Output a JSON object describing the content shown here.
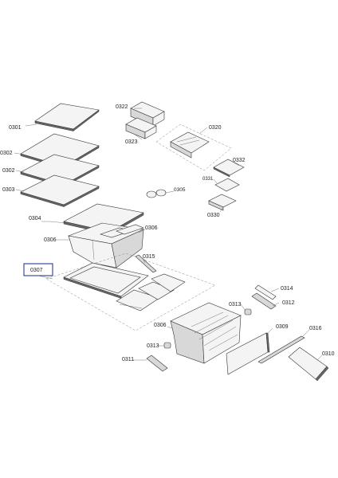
{
  "labels": {
    "p0301": "0301",
    "p0302a": "0302",
    "p0302b": "0302",
    "p0303": "0303",
    "p0304": "0304",
    "p0305": "0305",
    "p0306a": "0306",
    "p0306b": "0306",
    "p0306c": "0306",
    "p0307": "0307",
    "p0309": "0309",
    "p0310": "0310",
    "p0311": "0311",
    "p0312": "0312",
    "p0313a": "0313",
    "p0313b": "0313",
    "p0314": "0314",
    "p0315": "0315",
    "p0316": "0316",
    "p0320": "0320",
    "p0322": "0322",
    "p0323": "0323",
    "p0330": "0330",
    "p0331": "0331",
    "p0332": "0332"
  },
  "colors": {
    "highlight_box": "#2a3d8f"
  }
}
